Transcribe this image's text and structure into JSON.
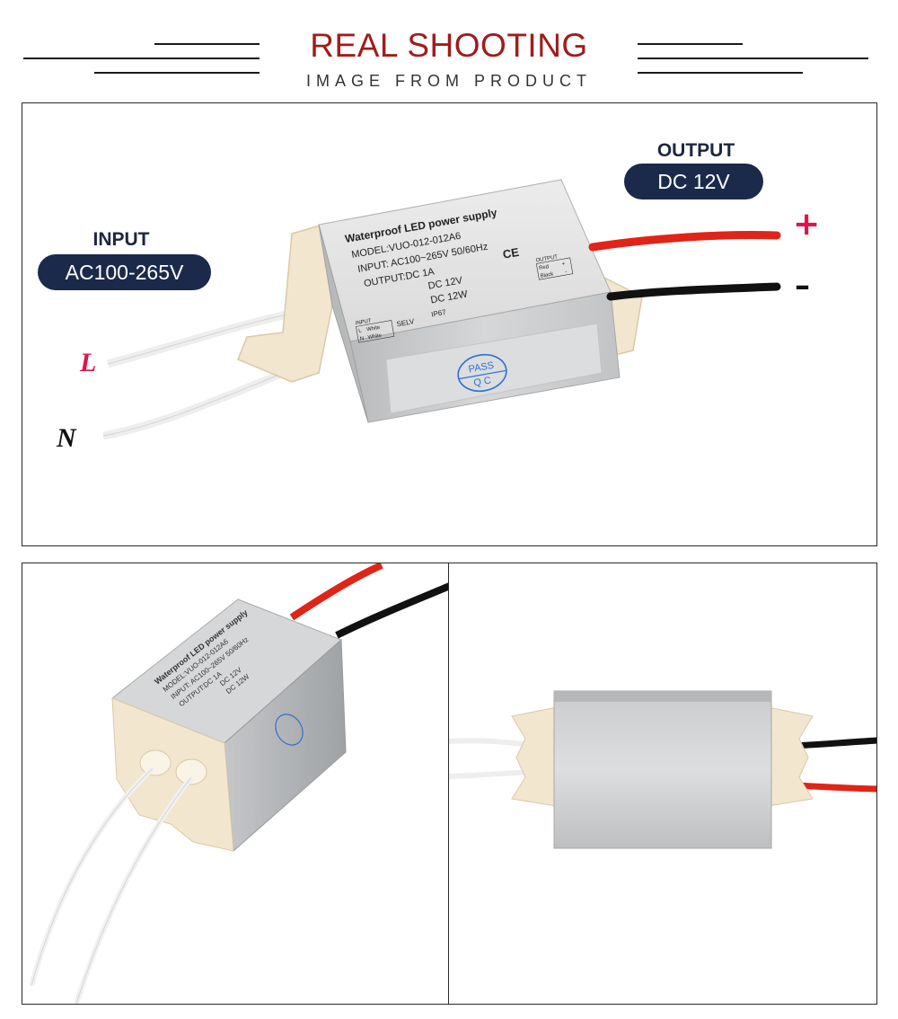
{
  "header": {
    "title": "REAL SHOOTING",
    "subtitle": "IMAGE FROM PRODUCT"
  },
  "main_panel": {
    "input": {
      "title": "INPUT",
      "value": "AC100-265V"
    },
    "output": {
      "title": "OUTPUT",
      "value": "DC 12V"
    },
    "wire_labels": {
      "live": "L",
      "neutral": "N",
      "positive": "+",
      "negative": "–"
    },
    "device_label": {
      "line1": "Waterproof LED power supply",
      "line2": "MODEL:VUO-012-012A6",
      "line3": "INPUT: AC100~265V  50/60Hz",
      "line4": "OUTPUT:DC 1A",
      "line5": "DC 12V",
      "line6": "DC 12W",
      "ce": "CE",
      "selv": "SELV",
      "ip": "IP67",
      "input_table_title": "INPUT",
      "input_l": "L",
      "input_l_color": "White",
      "input_n": "N",
      "input_n_color": "White",
      "output_table_title": "OUTPUT",
      "output_red": "Red",
      "output_red_sign": "+",
      "output_black": "Black",
      "output_black_sign": "-",
      "pass": "PASS",
      "qc": "QC"
    }
  },
  "colors": {
    "title_red": "#a01c1c",
    "pill_navy": "#1b2a4a",
    "plus_red": "#e0144c",
    "wire_red": "#e02418",
    "wire_black": "#111111",
    "housing_silver": "#c8cacc",
    "end_cap_cream": "#f2e6cf"
  }
}
